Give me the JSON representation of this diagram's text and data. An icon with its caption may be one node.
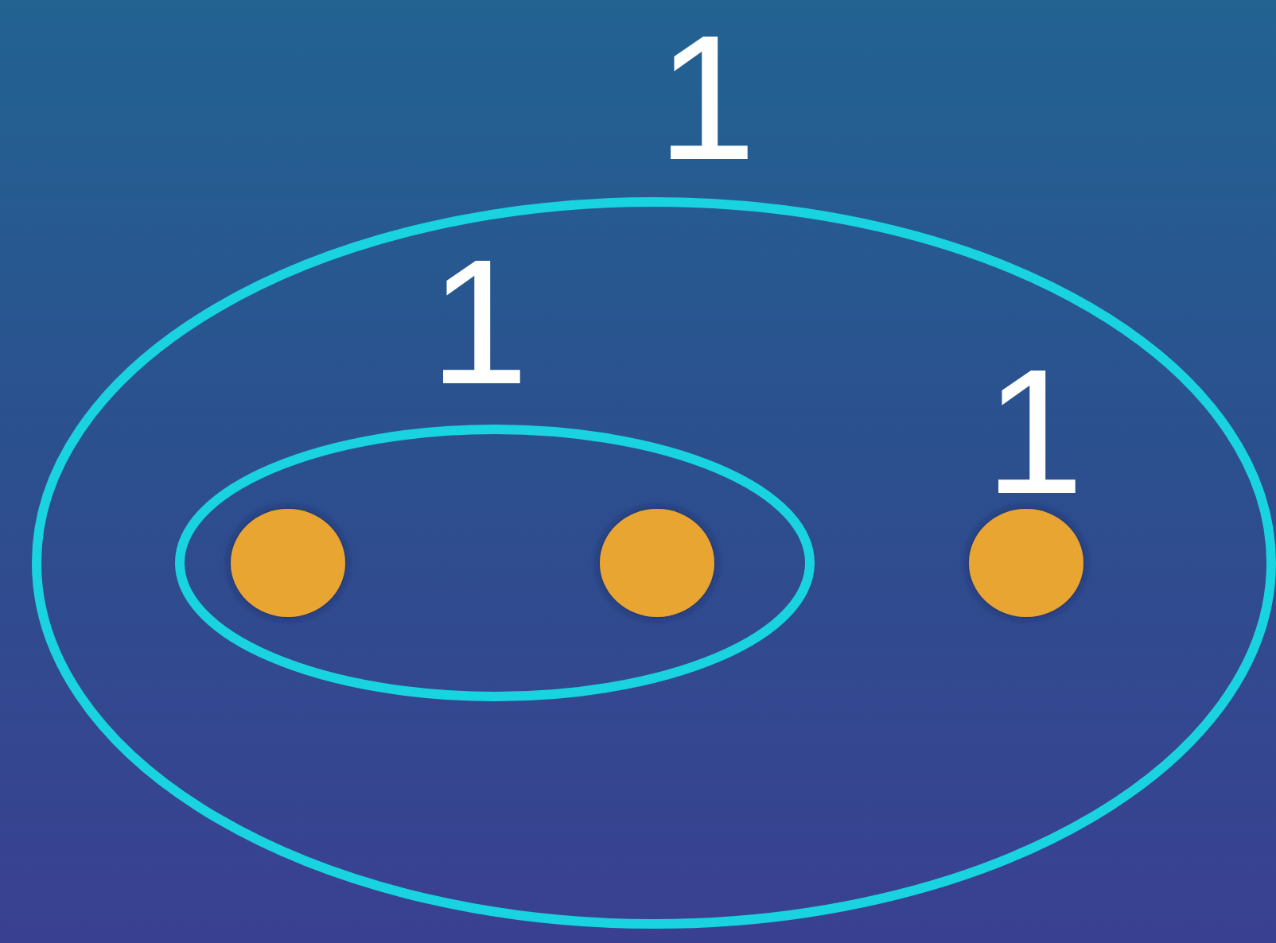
{
  "diagram": {
    "nodes": [
      {
        "text": [
          "1"
        ]
      },
      {
        "text": [
          "1"
        ],
        "in": 0
      },
      {
        "text": [],
        "shape": "circle",
        "in": 1
      },
      {
        "text": [],
        "shape": "circle",
        "in": 1
      },
      {
        "text": [],
        "shape": "circle",
        "in": 0,
        "beside": [
          "1"
        ]
      }
    ]
  }
}
